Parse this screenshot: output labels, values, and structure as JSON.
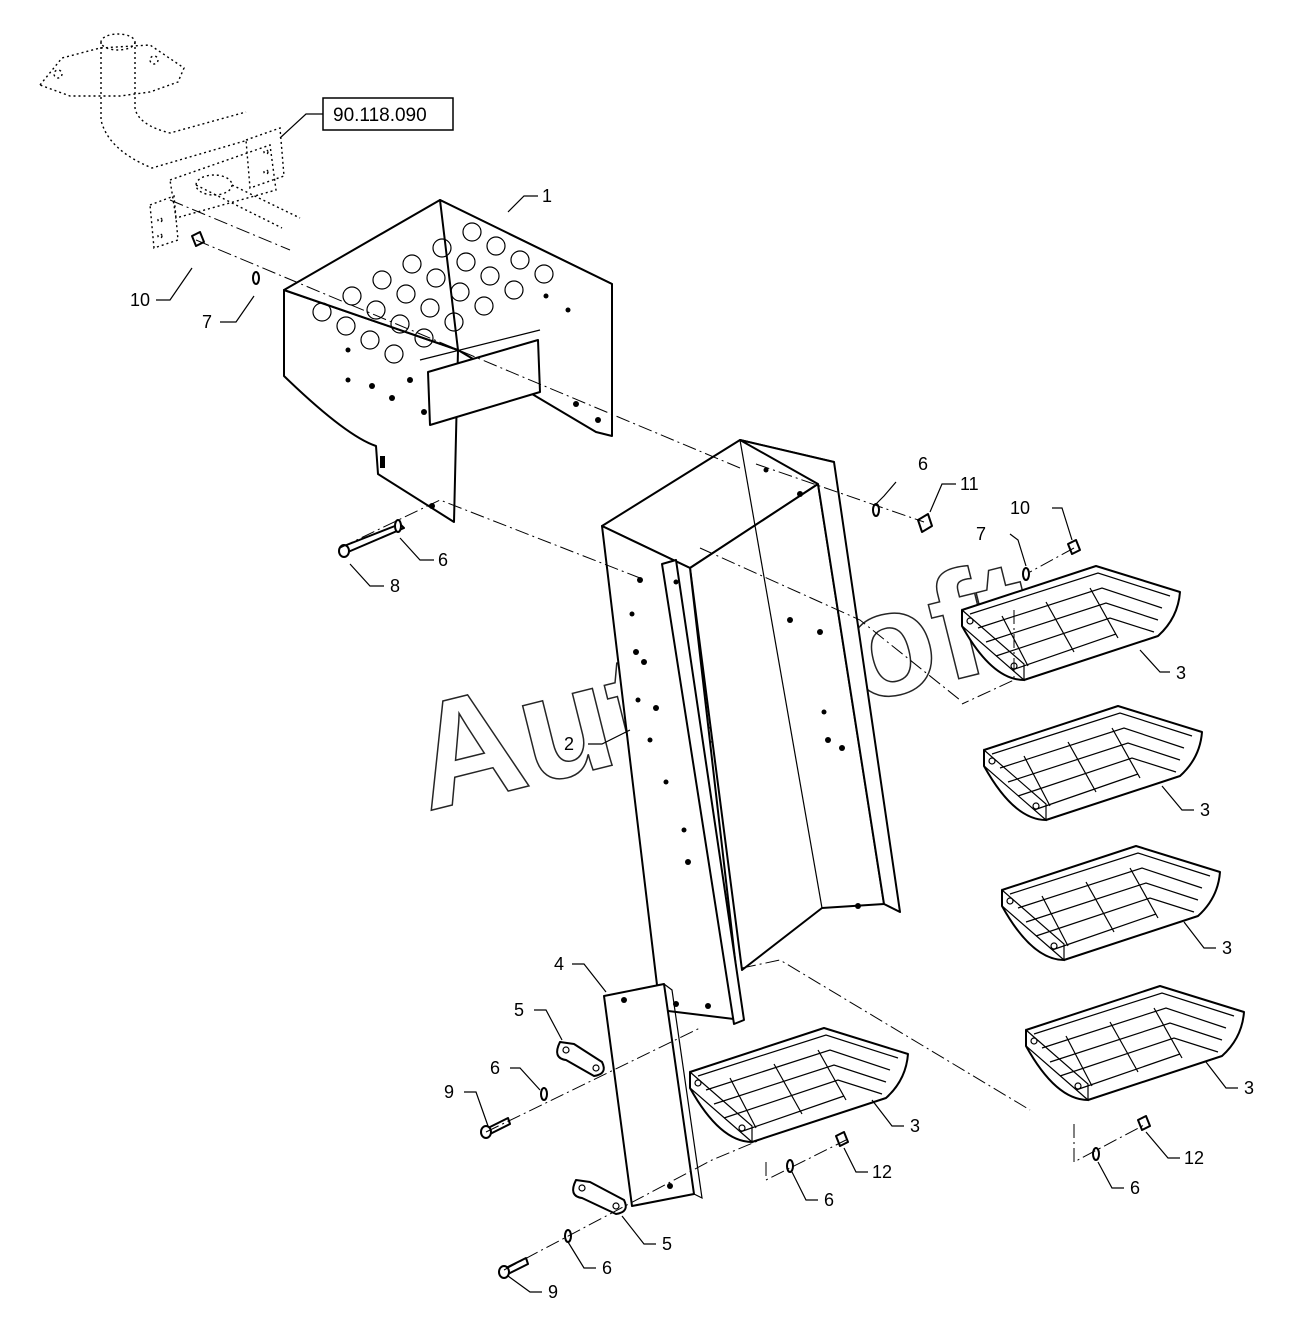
{
  "reference_box": {
    "label": "90.118.090"
  },
  "watermark": {
    "text": "AutoSoft"
  },
  "callouts": {
    "c1": "1",
    "c2": "2",
    "c3a": "3",
    "c3b": "3",
    "c3c": "3",
    "c3d": "3",
    "c3e": "3",
    "c4": "4",
    "c5a": "5",
    "c5b": "5",
    "c6a": "6",
    "c6b": "6",
    "c6c": "6",
    "c6d": "6",
    "c6e": "6",
    "c6f": "6",
    "c7a": "7",
    "c7b": "7",
    "c8": "8",
    "c9a": "9",
    "c9b": "9",
    "c10a": "10",
    "c10b": "10",
    "c11": "11",
    "c12a": "12",
    "c12b": "12"
  }
}
